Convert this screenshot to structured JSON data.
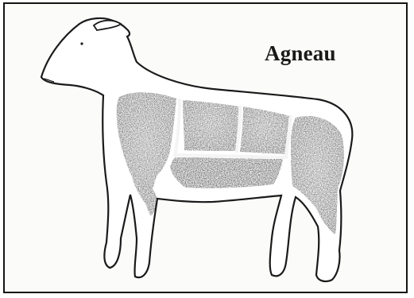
{
  "figure": {
    "title": "Agneau"
  },
  "illustration": {
    "subject": "lamb-butcher-cuts",
    "regions": [
      "neck-shoulder",
      "shoulder",
      "rack",
      "loin",
      "breast",
      "leg"
    ]
  },
  "colors": {
    "ink": "#1a1a1a",
    "shading": "#3a3a3a",
    "background": "#fbfbfa"
  }
}
